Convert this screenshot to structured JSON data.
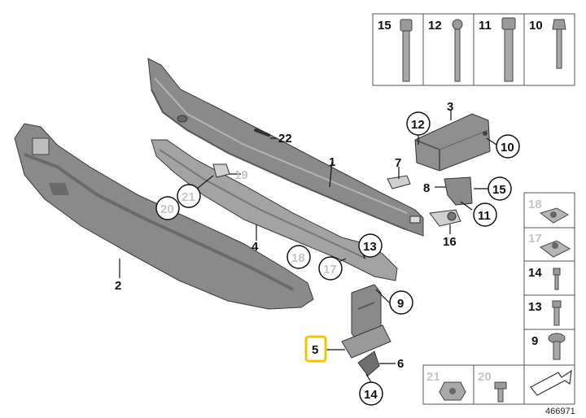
{
  "callouts": {
    "c1": "1",
    "c2": "2",
    "c3": "3",
    "c4": "4",
    "c5": "5",
    "c6": "6",
    "c7": "7",
    "c8": "8",
    "c9": "9",
    "c10": "10",
    "c11": "11",
    "c12": "12",
    "c13": "13",
    "c14": "14",
    "c15": "15",
    "c16": "16",
    "c17": "17",
    "c18": "18",
    "c19": "19",
    "c20": "20",
    "c21": "21",
    "c22": "22"
  },
  "top_panel": {
    "cells": [
      "15",
      "12",
      "11",
      "10"
    ]
  },
  "side_panel": {
    "cells": [
      "18",
      "17",
      "14",
      "13",
      "9"
    ]
  },
  "bottom_panel": {
    "cells": [
      "21",
      "20"
    ]
  },
  "catalog_number": "466971",
  "colors": {
    "part_fill": "#8a8a8a",
    "part_dark": "#6f6f6f",
    "highlight": "#f5c400",
    "ghost": "#c4c4c4"
  }
}
